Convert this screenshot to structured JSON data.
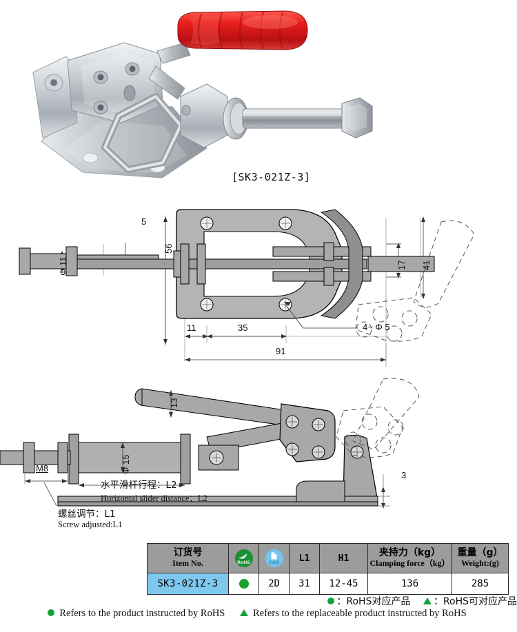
{
  "product": {
    "caption": "[SK3-021Z-3]",
    "handle_color": "#d81e1e",
    "body_color": "#c9cdd2"
  },
  "drawing_top": {
    "dims": {
      "d5": "5",
      "d56": "56",
      "phi11": "Φ 11",
      "d17": "17",
      "d41": "41",
      "d11": "11",
      "d35": "35",
      "d91": "91",
      "holes": "4− Φ 5"
    }
  },
  "drawing_side": {
    "dims": {
      "d13": "13",
      "phi15": "Φ 15",
      "m8": "M8",
      "d3": "3"
    },
    "notes": {
      "slider_zh": "水平滑杆行程：L2",
      "slider_en": "Horizontal slider distance：L2",
      "screw_zh": "螺丝调节：L1",
      "screw_en": "Screw adjusted:L1"
    }
  },
  "spec_table": {
    "headers": [
      {
        "zh": "订货号",
        "en": "Item No."
      },
      {
        "icon": "rohs-icon",
        "label": "RoHS"
      },
      {
        "icon": "cad-icon",
        "label": "CAD"
      },
      {
        "code": "L1"
      },
      {
        "code": "H1"
      },
      {
        "zh": "夹持力（kg）",
        "en": "Clamping force（kg）"
      },
      {
        "zh": "重量（g）",
        "en": "Weight:(g)"
      }
    ],
    "rows": [
      {
        "item_no": "SK3-021Z-3",
        "rohs": "green-dot",
        "cad": "2D",
        "l1": "31",
        "h1": "12-45",
        "clamping_force": "136",
        "weight": "285"
      }
    ]
  },
  "legend": {
    "zh_dot": "：RoHS对应产品",
    "zh_tri": "：RoHS可对应产品",
    "en_dot": "Refers to the product instructed by RoHS",
    "en_tri": "Refers to the replaceable product instructed by RoHS"
  }
}
